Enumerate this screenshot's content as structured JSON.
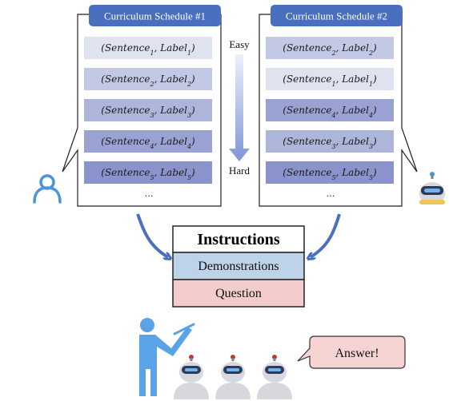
{
  "left_panel": {
    "title": "Curriculum Schedule #1",
    "rows": [
      {
        "sentence": "Sentence",
        "sentence_sub": "1",
        "label": "Label",
        "label_sub": "1",
        "shade": "#dfe2ef"
      },
      {
        "sentence": "Sentence",
        "sentence_sub": "2",
        "label": "Label",
        "label_sub": "2",
        "shade": "#c3c9e5"
      },
      {
        "sentence": "Sentence",
        "sentence_sub": "3",
        "label": "Label",
        "label_sub": "3",
        "shade": "#aeb5db"
      },
      {
        "sentence": "Sentence",
        "sentence_sub": "4",
        "label": "Label",
        "label_sub": "4",
        "shade": "#9aa2d3"
      },
      {
        "sentence": "Sentence",
        "sentence_sub": "5",
        "label": "Label",
        "label_sub": "5",
        "shade": "#8a93cb"
      }
    ],
    "ellipsis": "…"
  },
  "right_panel": {
    "title": "Curriculum Schedule #2",
    "rows": [
      {
        "sentence": "Sentence",
        "sentence_sub": "2",
        "label": "Label",
        "label_sub": "2",
        "shade": "#c3c9e5"
      },
      {
        "sentence": "Sentence",
        "sentence_sub": "1",
        "label": "Label",
        "label_sub": "1",
        "shade": "#dfe2ef"
      },
      {
        "sentence": "Sentence",
        "sentence_sub": "4",
        "label": "Label",
        "label_sub": "4",
        "shade": "#9aa2d3"
      },
      {
        "sentence": "Sentence",
        "sentence_sub": "3",
        "label": "Label",
        "label_sub": "3",
        "shade": "#aeb5db"
      },
      {
        "sentence": "Sentence",
        "sentence_sub": "5",
        "label": "Label",
        "label_sub": "5",
        "shade": "#8a93cb"
      }
    ],
    "ellipsis": "…"
  },
  "difficulty_axis": {
    "top": "Easy",
    "bottom": "Hard"
  },
  "prompt_box": {
    "title": "Instructions",
    "demonstrations": "Demonstrations",
    "question": "Question"
  },
  "answer_bubble": "Answer!",
  "colors": {
    "title_bar": "#4a6fbf",
    "arrow": "#4a72bb",
    "person": "#5aa3e6",
    "demonstrations_fill": "#bdd3ea",
    "question_fill": "#f3cccc",
    "answer_fill": "#f5d3d3"
  },
  "icons": [
    "user-outline-icon",
    "robot-icon",
    "teacher-pointing-icon",
    "student-robot-icon"
  ]
}
